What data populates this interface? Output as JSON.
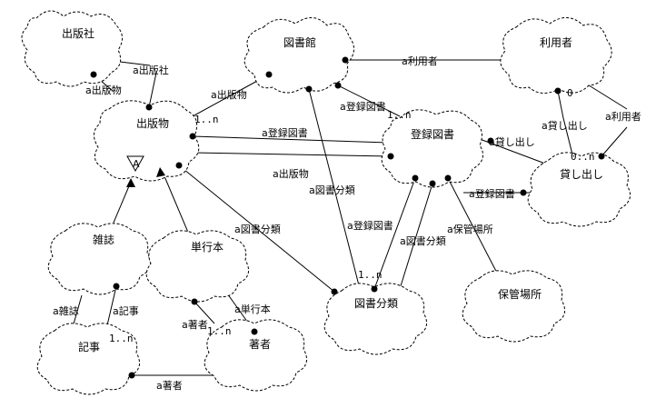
{
  "nodes": {
    "publisher": "出版社",
    "library": "図書館",
    "user": "利用者",
    "publication": "出版物",
    "registered_book": "登録図書",
    "loan": "貸し出し",
    "magazine": "雑誌",
    "book": "単行本",
    "classification": "図書分類",
    "storage_place": "保管場所",
    "article": "記事",
    "author": "著者"
  },
  "abstract_marker": "A",
  "edge_labels": {
    "pub_publisher": "a出版社",
    "pub_publication": "a出版物",
    "lib_publication": "a出版物",
    "lib_user": "a利用者",
    "lib_registered": "a登録図書",
    "pub_registered": "a登録図書",
    "pub_classification": "a図書分類",
    "pub_publication2": "a出版物",
    "lib_classification": "a図書分類",
    "registered_loan": "a貸し出し",
    "user_loan": "a貸し出し",
    "loan_user": "a利用者",
    "loan_registered": "a登録図書",
    "registered_class_a": "a登録図書",
    "registered_class_b": "a図書分類",
    "registered_storage": "a保管場所",
    "magazine_article": "a記事",
    "article_magazine": "a雑誌",
    "author_book": "a単行本",
    "book_author": "a著者",
    "article_author": "a著者"
  },
  "multiplicities": {
    "lib_pub": "1..n",
    "lib_registered": "1..n",
    "class_registered": "1..n",
    "loan_0a": "0",
    "loan_0b": "0..n",
    "article_1n": "1..n",
    "author_1n": "1..n"
  }
}
